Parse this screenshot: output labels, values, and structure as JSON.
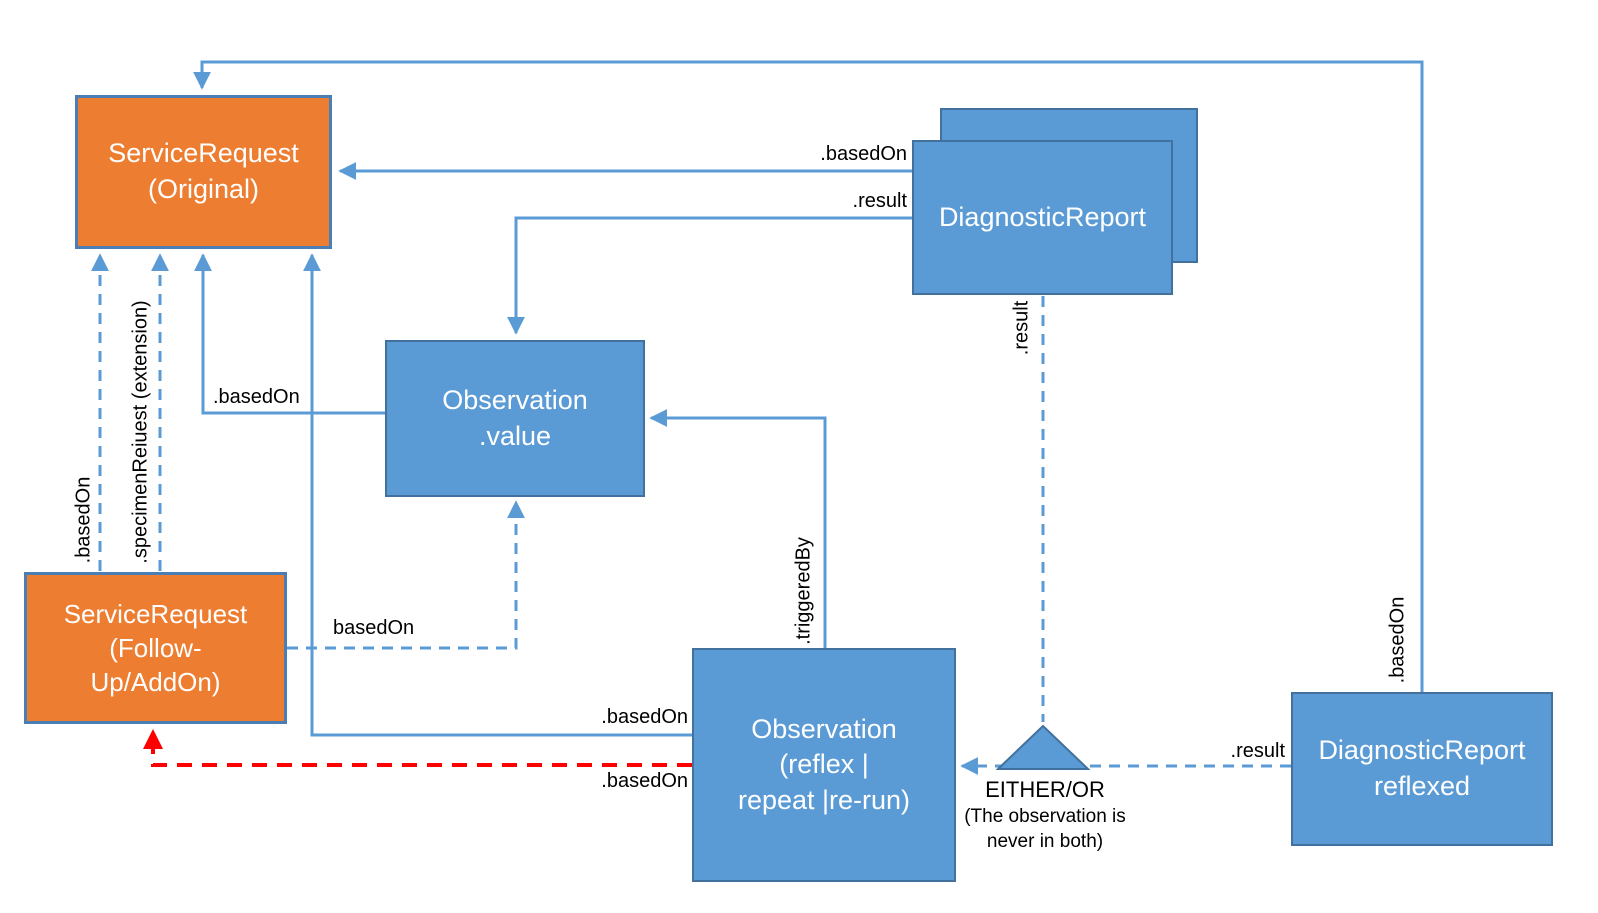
{
  "nodes": {
    "service_request_original": {
      "line1": "ServiceRequest",
      "line2": "(Original)"
    },
    "service_request_followup": {
      "line1": "ServiceRequest",
      "line2": "(Follow-",
      "line3": "Up/AddOn)"
    },
    "observation_value": {
      "line1": "Observation",
      "line2": ".value"
    },
    "diagnostic_report": {
      "label": "DiagnosticReport",
      "back_fragment": ":"
    },
    "observation_reflex": {
      "line1": "Observation",
      "line2": "(reflex |",
      "line3": "repeat |re-run)"
    },
    "diagnostic_report_reflexed": {
      "line1": "DiagnosticReport",
      "line2": "reflexed"
    }
  },
  "edges": {
    "dr_basedon_label": ".basedOn",
    "dr_result_label": ".result",
    "dr_result_vertical_label": ".result",
    "obsvalue_basedon_label": ".basedOn",
    "followup_basedon_label": ".basedOn",
    "followup_specimen_label": ".specimenReiuest (extension)",
    "followup_basedon_obsvalue_label": "basedOn",
    "reflex_basedon_original_label": ".basedOn",
    "reflex_basedon_followup_label": ".basedOn",
    "triggeredby_label": ".triggeredBy",
    "reflexed_result_label": ".result",
    "reflexed_basedon_label": ".basedOn"
  },
  "annotations": {
    "either_or": "EITHER/OR",
    "either_or_note1": "(The observation is",
    "either_or_note2": "never in both)"
  },
  "colors": {
    "orange_fill": "#ED7D31",
    "blue_fill": "#5B9BD5",
    "box_border": "#41719C",
    "arrow_blue": "#5B9BD5",
    "arrow_red": "#FF0000",
    "label_text": "#000000",
    "box_text": "#FFFFFF",
    "background": "#FFFFFF"
  }
}
